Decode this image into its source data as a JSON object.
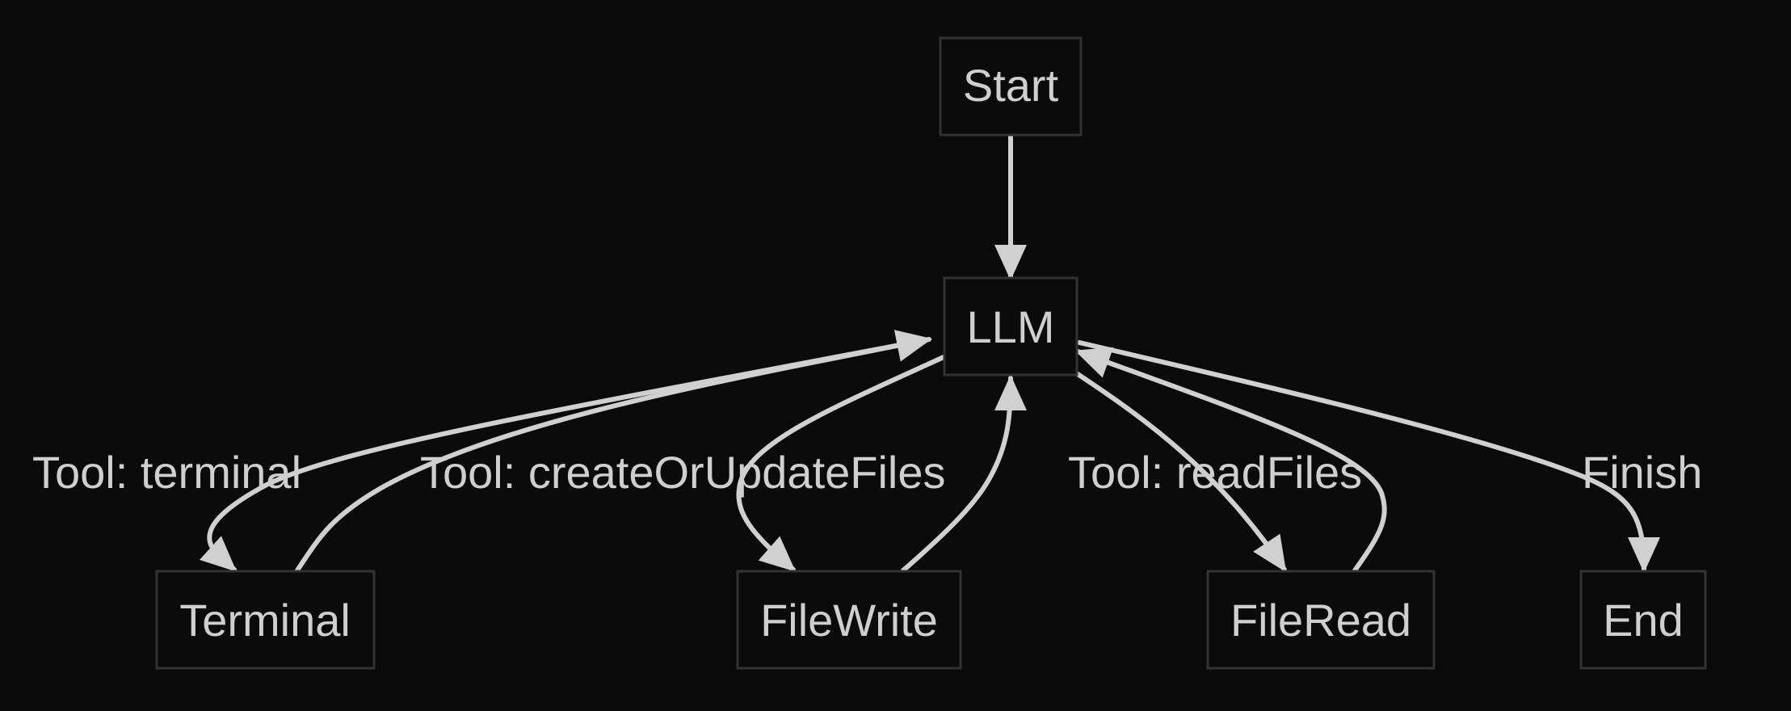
{
  "diagram": {
    "nodes": {
      "start": "Start",
      "llm": "LLM",
      "terminal": "Terminal",
      "filewrite": "FileWrite",
      "fileread": "FileRead",
      "end": "End"
    },
    "edge_labels": {
      "terminal": "Tool: terminal",
      "create_or_update": "Tool: createOrUpdateFiles",
      "read_files": "Tool: readFiles",
      "finish": "Finish"
    },
    "colors": {
      "background": "#0b0b0b",
      "edge": "#d0d0d0",
      "node_border": "#333333",
      "text": "#cfcfcf"
    }
  }
}
